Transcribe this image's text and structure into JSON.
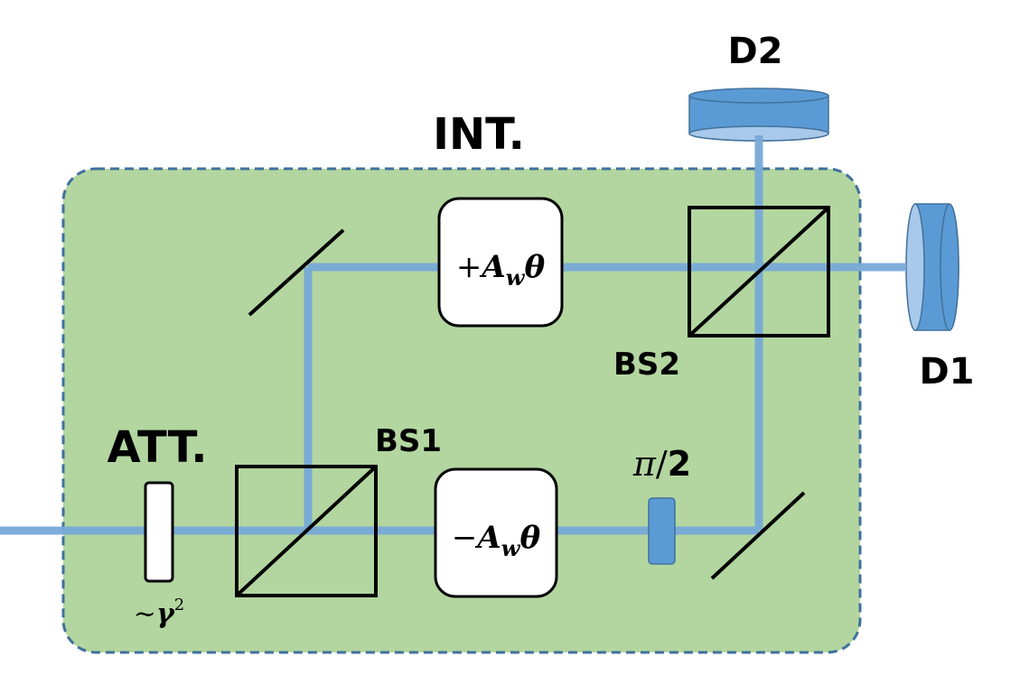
{
  "labels": {
    "interferometer": "INT.",
    "attenuator": "ATT.",
    "detector_2": "D2",
    "detector_1": "D1",
    "beam_splitter_1": "BS1",
    "beam_splitter_2": "BS2",
    "phase_plate": {
      "numerator": "π",
      "slash": "/",
      "denominator": "2"
    },
    "attenuation_factor": {
      "tilde": "~",
      "symbol": "γ",
      "exponent": "2"
    },
    "upper_arm": {
      "sign": "+",
      "A": "A",
      "sub": "w",
      "theta": "θ"
    },
    "lower_arm": {
      "sign": "−",
      "A": "A",
      "sub": "w",
      "theta": "θ"
    }
  },
  "colors": {
    "region_fill": "#b3d6a0",
    "region_border": "#41719c",
    "beam": "#77a9d8",
    "detector_fill": "#5b9bd5",
    "detector_light": "#a9c9ea",
    "detector_stroke": "#41719c",
    "component_stroke": "#000000",
    "component_fill": "#ffffff"
  }
}
